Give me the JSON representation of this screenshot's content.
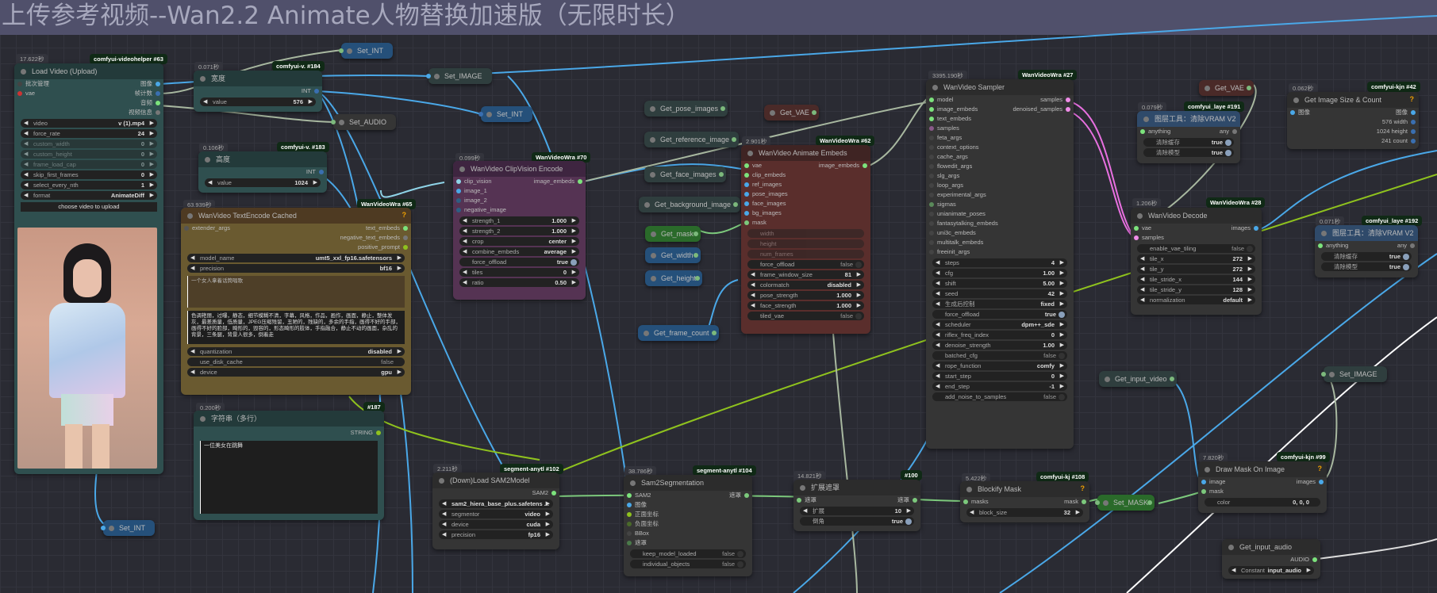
{
  "group_title": "上传参考视频--Wan2.2 Animate人物替换加速版（无限时长）",
  "colors": {
    "image_wire": "#4aa8e8",
    "green_wire": "#7cc97c",
    "lime_wire": "#8fc21e",
    "gray_wire": "#a8b8a0",
    "pink_wire": "#e870e0",
    "white_wire": "#ffffff"
  },
  "nodes": {
    "load_video": {
      "time": "17.622秒",
      "badge": "comfyui-videohelper #63",
      "title": "Load Video (Upload)",
      "inputs": [
        "批次管理",
        "vae"
      ],
      "outputs": [
        "图像",
        "帧计数",
        "音频",
        "视频信息"
      ],
      "widgets": [
        {
          "name": "video",
          "value": "v (1).mp4"
        },
        {
          "name": "force_rate",
          "value": "24"
        },
        {
          "name": "custom_width",
          "value": "0"
        },
        {
          "name": "custom_height",
          "value": "0"
        },
        {
          "name": "frame_load_cap",
          "value": "0"
        },
        {
          "name": "skip_first_frames",
          "value": "0"
        },
        {
          "name": "select_every_nth",
          "value": "1"
        },
        {
          "name": "format",
          "value": "AnimateDiff"
        }
      ],
      "upload_button": "choose video to upload"
    },
    "width": {
      "time": "0.071秒",
      "badge": "comfyui-v. #184",
      "title": "宽度",
      "output": "INT",
      "widget_name": "value",
      "widget_value": "576"
    },
    "height": {
      "time": "0.106秒",
      "badge": "comfyui-v. #183",
      "title": "高度",
      "output": "INT",
      "widget_name": "value",
      "widget_value": "1024"
    },
    "text_encode": {
      "time": "63.939秒",
      "badge": "WanVideoWra #65",
      "title": "WanVideo TextEncode Cached",
      "input": "extender_args",
      "outputs": [
        "text_embeds",
        "negative_text_embeds",
        "positive_prompt"
      ],
      "widgets": [
        {
          "name": "model_name",
          "value": "umt5_xxl_fp16.safetensors"
        },
        {
          "name": "precision",
          "value": "bf16"
        }
      ],
      "positive_prompt": "一个女人拿着话筒唱歌",
      "negative_prompt": "色调艳丽，过曝，静态，细节模糊不清，字幕，风格，作品，画作，画面，静止，整体发灰，最差质量，低质量，JPEG压缩残留，丑陋的，残缺的，多余的手指，画得不好的手部，画得不好的脸部，畸形的，毁容的，形态畸形的肢体，手指融合，静止不动的画面，杂乱的背景，三条腿，背景人很多，倒着走",
      "widgets2": [
        {
          "name": "quantization",
          "value": "disabled"
        },
        {
          "name": "use_disk_cache",
          "value": "false"
        },
        {
          "name": "device",
          "value": "gpu"
        }
      ]
    },
    "string_multi": {
      "time": "0.200秒",
      "badge": "#187",
      "title": "字符串（多行）",
      "output": "STRING",
      "text": "一位美女在跳舞"
    },
    "clip_vision": {
      "time": "0.099秒",
      "badge": "WanVideoWra #70",
      "title": "WanVideo ClipVision Encode",
      "inputs": [
        "clip_vision",
        "image_1",
        "image_2",
        "negative_image"
      ],
      "output": "image_embeds",
      "widgets": [
        {
          "name": "strength_1",
          "value": "1.000"
        },
        {
          "name": "strength_2",
          "value": "1.000"
        },
        {
          "name": "crop",
          "value": "center"
        },
        {
          "name": "combine_embeds",
          "value": "average"
        },
        {
          "name": "force_offload",
          "value": "true"
        },
        {
          "name": "tiles",
          "value": "0"
        },
        {
          "name": "ratio",
          "value": "0.50"
        }
      ]
    },
    "animate_embeds": {
      "time": "2.901秒",
      "badge": "WanVideoWra #62",
      "title": "WanVideo Animate Embeds",
      "inputs": [
        "vae",
        "clip_embeds",
        "ref_images",
        "pose_images",
        "face_images",
        "bg_images",
        "mask"
      ],
      "output": "image_embeds",
      "converted": [
        "width",
        "height",
        "num_frames"
      ],
      "widgets": [
        {
          "name": "force_offload",
          "value": "false"
        },
        {
          "name": "frame_window_size",
          "value": "81"
        },
        {
          "name": "colormatch",
          "value": "disabled"
        },
        {
          "name": "pose_strength",
          "value": "1.000"
        },
        {
          "name": "face_strength",
          "value": "1.000"
        },
        {
          "name": "tiled_vae",
          "value": "false"
        }
      ]
    },
    "sampler": {
      "time": "3395.190秒",
      "badge": "WanVideoWra #27",
      "title": "WanVideo Sampler",
      "inputs": [
        "model",
        "image_embeds",
        "text_embeds",
        "samples",
        "feta_args",
        "context_options",
        "cache_args",
        "flowedit_args",
        "slg_args",
        "loop_args",
        "experimental_args",
        "sigmas",
        "unianimate_poses",
        "fantasytalking_embeds",
        "uni3c_embeds",
        "multitalk_embeds",
        "freeinit_args"
      ],
      "outputs": [
        "samples",
        "denoised_samples"
      ],
      "widgets": [
        {
          "name": "steps",
          "value": "4"
        },
        {
          "name": "cfg",
          "value": "1.00"
        },
        {
          "name": "shift",
          "value": "5.00"
        },
        {
          "name": "seed",
          "value": "42"
        },
        {
          "name": "生成后控制",
          "value": "fixed"
        },
        {
          "name": "force_offload",
          "value": "true"
        },
        {
          "name": "scheduler",
          "value": "dpm++_sde"
        },
        {
          "name": "riflex_freq_index",
          "value": "0"
        },
        {
          "name": "denoise_strength",
          "value": "1.00"
        },
        {
          "name": "batched_cfg",
          "value": "false"
        },
        {
          "name": "rope_function",
          "value": "comfy"
        },
        {
          "name": "start_step",
          "value": "0"
        },
        {
          "name": "end_step",
          "value": "-1"
        },
        {
          "name": "add_noise_to_samples",
          "value": "false"
        }
      ]
    },
    "vram191": {
      "time": "0.079秒",
      "badge": "comfyui_laye #191",
      "title": "图层工具：清除VRAM V2",
      "input": "anything",
      "output": "any",
      "widgets": [
        {
          "name": "清除缓存",
          "value": "true"
        },
        {
          "name": "清除模型",
          "value": "true"
        }
      ]
    },
    "vram192": {
      "time": "0.071秒",
      "badge": "comfyui_laye #192",
      "title": "图层工具：清除VRAM V2",
      "input": "anything",
      "output": "any",
      "widgets": [
        {
          "name": "清除缓存",
          "value": "true"
        },
        {
          "name": "清除模型",
          "value": "true"
        }
      ]
    },
    "decode": {
      "time": "1.206秒",
      "badge": "WanVideoWra #28",
      "title": "WanVideo Decode",
      "inputs": [
        "vae",
        "samples"
      ],
      "output": "images",
      "widgets": [
        {
          "name": "enable_vae_tiling",
          "value": "false"
        },
        {
          "name": "tile_x",
          "value": "272"
        },
        {
          "name": "tile_y",
          "value": "272"
        },
        {
          "name": "tile_stride_x",
          "value": "144"
        },
        {
          "name": "tile_stride_y",
          "value": "128"
        },
        {
          "name": "normalization",
          "value": "default"
        }
      ]
    },
    "img_size": {
      "time": "0.062秒",
      "badge": "comfyui-kjn #42",
      "title": "Get Image Size & Count",
      "input": "图像",
      "outputs": [
        "图像",
        "576 width",
        "1024 height",
        "241 count"
      ]
    },
    "sam2model": {
      "time": "2.211秒",
      "badge": "segment-anytl #102",
      "title": "(Down)Load SAM2Model",
      "output": "SAM2",
      "widgets": [
        {
          "name": "",
          "value": "sam2_hiera_base_plus.safetens ..."
        },
        {
          "name": "segmentor",
          "value": "video"
        },
        {
          "name": "device",
          "value": "cuda"
        },
        {
          "name": "precision",
          "value": "fp16"
        }
      ]
    },
    "sam2seg": {
      "time": "38.786秒",
      "badge": "segment-anytl #104",
      "title": "Sam2Segmentation",
      "inputs": [
        "SAM2",
        "图像",
        "正面坐标",
        "负面坐标",
        "BBox",
        "遮罩"
      ],
      "output": "遮罩",
      "widgets": [
        {
          "name": "keep_model_loaded",
          "value": "false"
        },
        {
          "name": "individual_objects",
          "value": "false"
        }
      ]
    },
    "grow_mask": {
      "time": "14.821秒",
      "badge": "#100",
      "title": "扩展遮罩",
      "input": "遮罩",
      "output": "遮罩",
      "widgets": [
        {
          "name": "扩展",
          "value": "10"
        },
        {
          "name": "倒角",
          "value": "true"
        }
      ]
    },
    "blockify": {
      "time": "5.422秒",
      "badge": "comfyui-kj #108",
      "title": "Blockify Mask",
      "input": "masks",
      "output": "mask",
      "widgets": [
        {
          "name": "block_size",
          "value": "32"
        }
      ]
    },
    "draw_mask": {
      "time": "7.820秒",
      "badge": "comfyui-kjn #99",
      "title": "Draw Mask On Image",
      "inputs": [
        "image",
        "mask"
      ],
      "output": "images",
      "widgets": [
        {
          "name": "color",
          "value": "0, 0, 0"
        }
      ]
    },
    "get_input_audio": {
      "title": "Get_input_audio",
      "output": "AUDIO",
      "widget_name": "Constant",
      "widget_value": "input_audio"
    }
  },
  "pills": {
    "set_int_top": "Set_INT",
    "set_image": "Set_IMAGE",
    "set_int_mid": "Set_INT",
    "set_audio": "Set_AUDIO",
    "get_vae": "Get_VAE",
    "get_pose_images": "Get_pose_images",
    "get_reference_image": "Get_reference_image",
    "get_face_images": "Get_face_images",
    "get_background_image": "Get_background_image",
    "get_mask": "Get_mask",
    "get_width": "Get_width",
    "get_height": "Get_height",
    "get_frame_count": "Get_frame_count",
    "get_vae2": "Get_VAE",
    "get_input_video": "Get_input_video",
    "set_image2": "Set_IMAGE",
    "set_mask": "Set_MASK",
    "set_int_bottom": "Set_INT"
  }
}
